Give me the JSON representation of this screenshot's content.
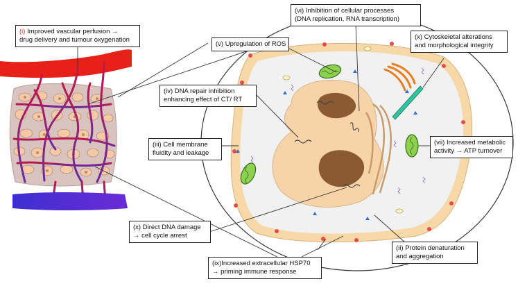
{
  "labels": [
    {
      "roman": "(i)",
      "line1": " Improved vascular perfusion →",
      "line2": "drug delivery and tumour oxygenation"
    },
    {
      "roman": "",
      "line1": "(vi) Inhibition of cellular processes",
      "line2": "(DNA replication, RNA transcription)"
    },
    {
      "roman": "",
      "line1": "(v) Upregulation of ROS",
      "line2": ""
    },
    {
      "roman": "",
      "line1": "(x) Cytoskeletal alterations",
      "line2": "and morphological integrity"
    },
    {
      "roman": "",
      "line1": "(iv) DNA repair inhibition",
      "line2": "enhancing effect of CT/ RT"
    },
    {
      "roman": "",
      "line1": "(iii) Cell membrane",
      "line2": "fluidity and leakage"
    },
    {
      "roman": "",
      "line1": "(vii) Increased metabolic",
      "line2": "activity → ATP turnover"
    },
    {
      "roman": "",
      "line1": "(x) Direct DNA damage",
      "line2": "→ cell cycle arrest"
    },
    {
      "roman": "",
      "line1": "(ii) Protein denaturation",
      "line2": "and aggregation"
    },
    {
      "roman": "",
      "line1": "(ix)Increased extracellular HSP70",
      "line2": "→ priming immune response"
    }
  ],
  "colors": {
    "artery": "#e8201a",
    "vein": "#4b2fd6",
    "cytoplasm": "#f1f1f1",
    "membrane": "#f6d9a7",
    "nucleus": "#f6d3a8",
    "nucleolus": "#8a5a33",
    "mito_fill": "#8fd14f",
    "golgi": "#e87d1e",
    "cytoskeleton": "#2ec4a0",
    "ros_dot": "#e74c4c",
    "marker": "#2e6fd1"
  }
}
